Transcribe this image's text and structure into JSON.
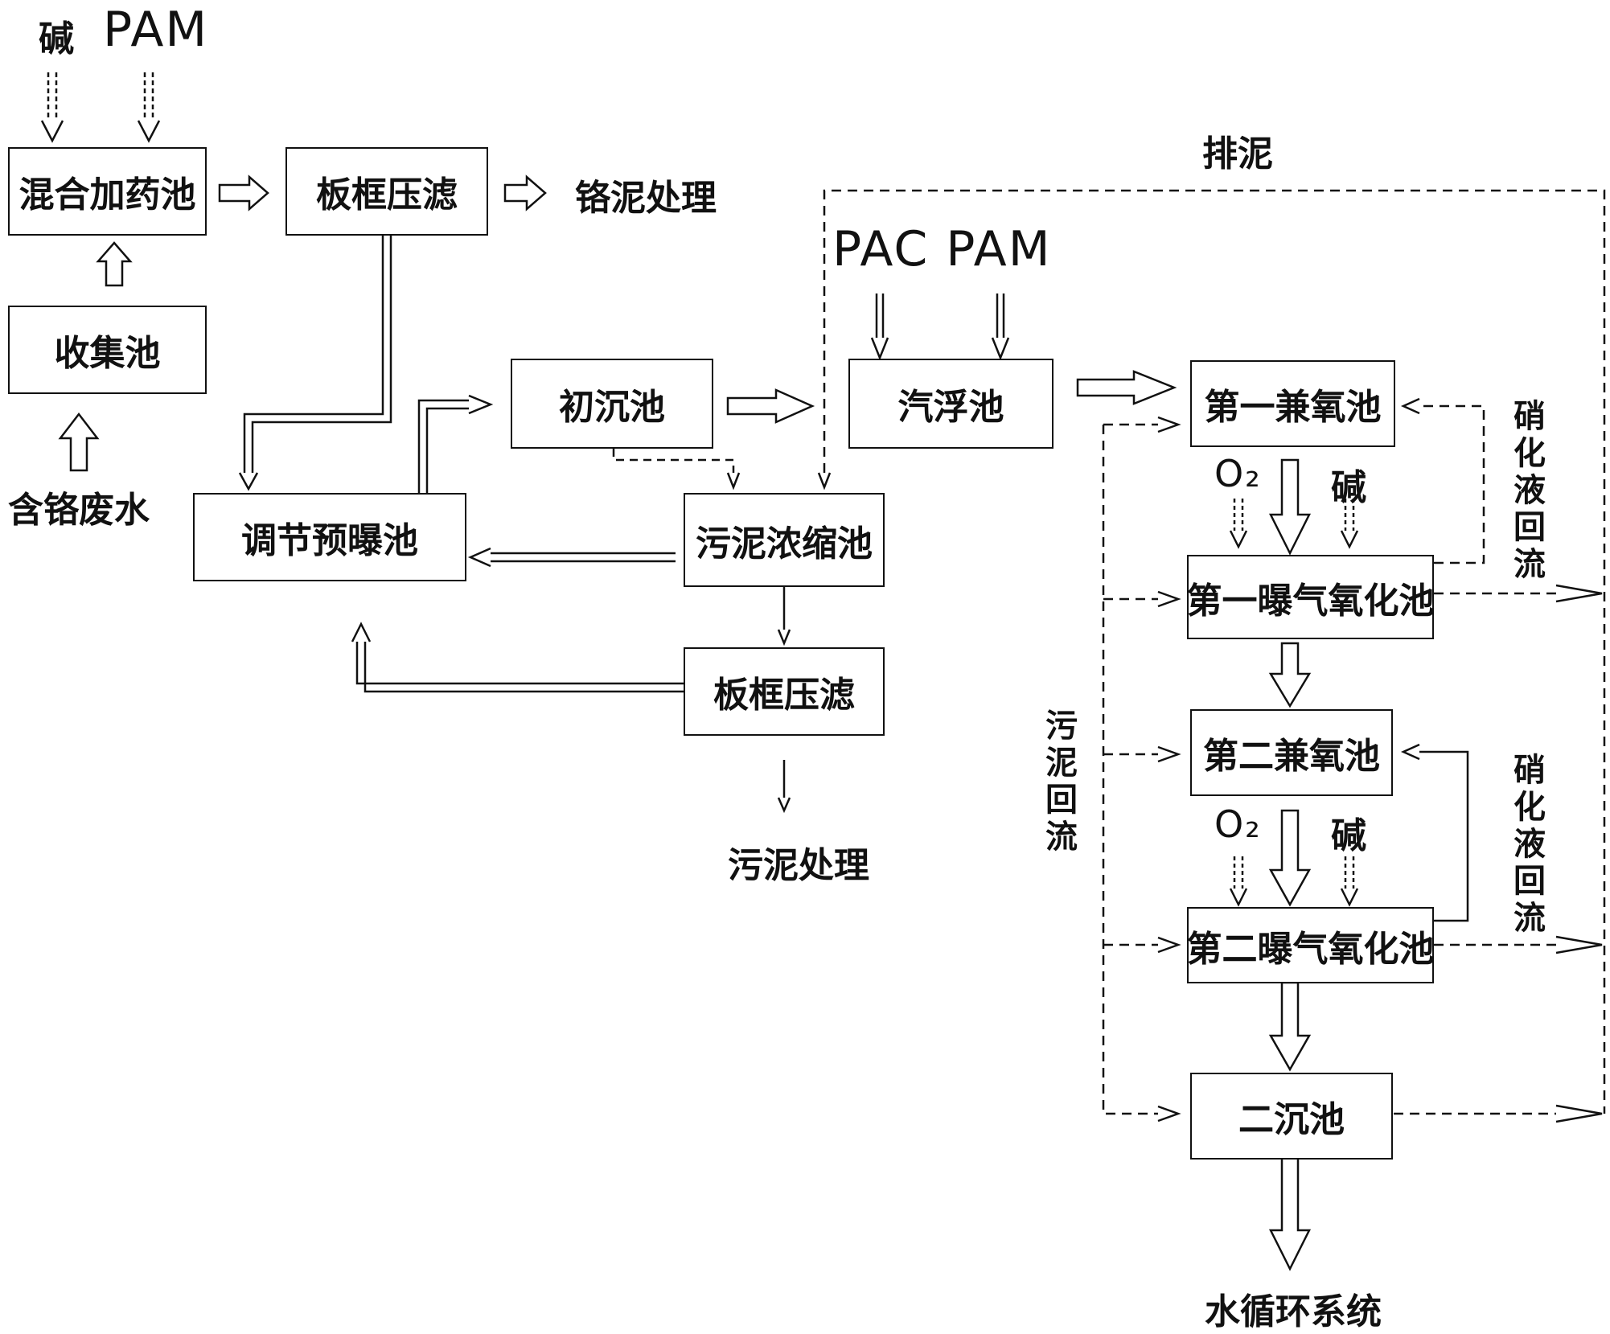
{
  "tanks": {
    "mixing": "混合加药池",
    "collection": "收集池",
    "filter_press_1": "板框压滤",
    "regulating": "调节预曝池",
    "primary_settling": "初沉池",
    "air_flotation": "汽浮池",
    "sludge_thickening": "污泥浓缩池",
    "filter_press_2": "板框压滤",
    "anoxic_1": "第一兼氧池",
    "aeration_1": "第一曝气氧化池",
    "anoxic_2": "第二兼氧池",
    "aeration_2": "第二曝气氧化池",
    "secondary_settling": "二沉池"
  },
  "labels": {
    "alkali_top": "碱",
    "pam_top": "PAM",
    "chrome_wastewater": "含铬废水",
    "chrome_sludge": "铬泥处理",
    "sludge_discharge": "排泥",
    "pac_pam": "PAC PAM",
    "sludge_treatment": "污泥处理",
    "o2_1": "O₂",
    "alkali_1": "碱",
    "o2_2": "O₂",
    "alkali_2": "碱",
    "sludge_return": "污泥回流",
    "nitrified_return_1": "硝化液回流",
    "nitrified_return_2": "硝化液回流",
    "water_cycle": "水循环系统"
  }
}
